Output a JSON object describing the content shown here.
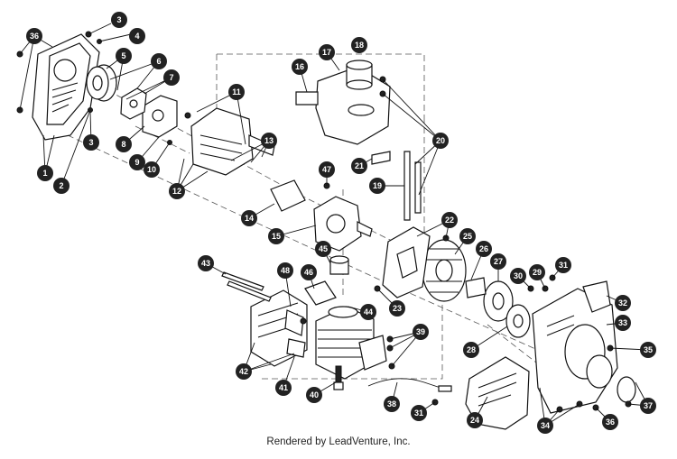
{
  "diagram": {
    "footer": "Rendered by LeadVenture, Inc.",
    "callouts": [
      {
        "n": "36"
      },
      {
        "n": "3"
      },
      {
        "n": "4"
      },
      {
        "n": "5"
      },
      {
        "n": "6"
      },
      {
        "n": "7"
      },
      {
        "n": "1"
      },
      {
        "n": "2"
      },
      {
        "n": "3"
      },
      {
        "n": "8"
      },
      {
        "n": "9"
      },
      {
        "n": "10"
      },
      {
        "n": "11"
      },
      {
        "n": "12"
      },
      {
        "n": "13"
      },
      {
        "n": "14"
      },
      {
        "n": "15"
      },
      {
        "n": "16"
      },
      {
        "n": "17"
      },
      {
        "n": "18"
      },
      {
        "n": "19"
      },
      {
        "n": "20"
      },
      {
        "n": "21"
      },
      {
        "n": "47"
      },
      {
        "n": "22"
      },
      {
        "n": "25"
      },
      {
        "n": "26"
      },
      {
        "n": "27"
      },
      {
        "n": "45"
      },
      {
        "n": "43"
      },
      {
        "n": "48"
      },
      {
        "n": "46"
      },
      {
        "n": "44"
      },
      {
        "n": "23"
      },
      {
        "n": "30"
      },
      {
        "n": "29"
      },
      {
        "n": "31"
      },
      {
        "n": "32"
      },
      {
        "n": "33"
      },
      {
        "n": "28"
      },
      {
        "n": "35"
      },
      {
        "n": "42"
      },
      {
        "n": "39"
      },
      {
        "n": "41"
      },
      {
        "n": "40"
      },
      {
        "n": "38"
      },
      {
        "n": "31"
      },
      {
        "n": "24"
      },
      {
        "n": "34"
      },
      {
        "n": "36"
      },
      {
        "n": "37"
      }
    ]
  }
}
